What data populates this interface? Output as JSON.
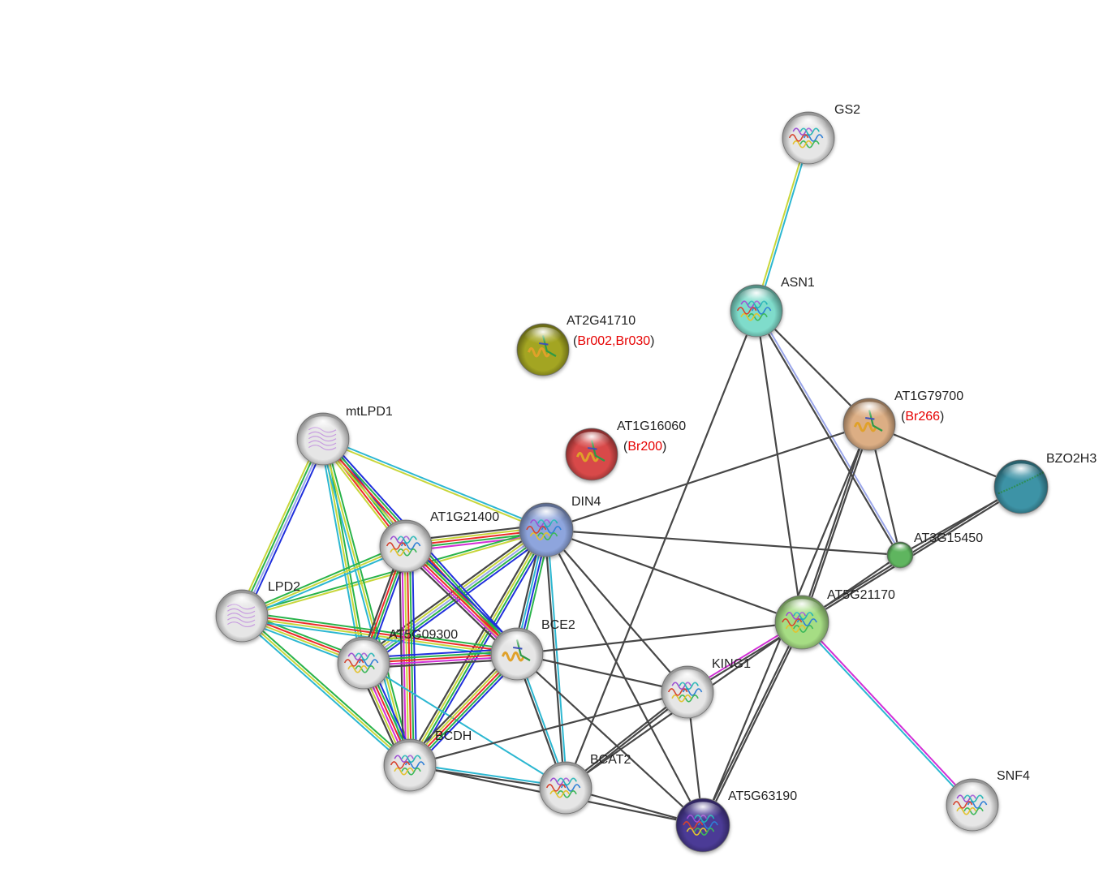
{
  "nodes": [
    {
      "id": "GS2",
      "label": "GS2",
      "color": "#e6e6e6",
      "structure": "multi"
    },
    {
      "id": "ASN1",
      "label": "ASN1",
      "color": "#7fdccb",
      "structure": "multi"
    },
    {
      "id": "AT2G41710",
      "label": "AT2G41710",
      "color": "#a3a524",
      "structure": "helix",
      "annotation": {
        "open": "(",
        "codes": "Br002,Br030",
        "close": ")"
      }
    },
    {
      "id": "AT1G16060",
      "label": "AT1G16060",
      "color": "#d84848",
      "structure": "helix",
      "annotation": {
        "open": "(",
        "codes": "Br200",
        "close": ")"
      }
    },
    {
      "id": "AT1G79700",
      "label": "AT1G79700",
      "color": "#dcae84",
      "structure": "helix",
      "annotation": {
        "open": "(",
        "codes": "Br266",
        "close": ")"
      }
    },
    {
      "id": "BZO2H3",
      "label": "BZO2H3",
      "color": "#3e93a6",
      "structure": "fiber"
    },
    {
      "id": "mtLPD1",
      "label": "mtLPD1",
      "color": "#e6e6e6",
      "structure": "pale"
    },
    {
      "id": "DIN4",
      "label": "DIN4",
      "color": "#8ea5dd",
      "structure": "multi"
    },
    {
      "id": "AT1G21400",
      "label": "AT1G21400",
      "color": "#e6e6e6",
      "structure": "multi"
    },
    {
      "id": "AT3G15450",
      "label": "AT3G15450",
      "color": "#5fb55f",
      "structure": "none"
    },
    {
      "id": "LPD2",
      "label": "LPD2",
      "color": "#e6e6e6",
      "structure": "pale"
    },
    {
      "id": "AT5G21170",
      "label": "AT5G21170",
      "color": "#a6dd84",
      "structure": "multi"
    },
    {
      "id": "AT5G09300",
      "label": "AT5G09300",
      "color": "#e6e6e6",
      "structure": "multi"
    },
    {
      "id": "BCE2",
      "label": "BCE2",
      "color": "#e6e6e6",
      "structure": "helix"
    },
    {
      "id": "KING1",
      "label": "KING1",
      "color": "#e6e6e6",
      "structure": "multi"
    },
    {
      "id": "BCDH",
      "label": "BCDH",
      "color": "#e6e6e6",
      "structure": "multi"
    },
    {
      "id": "BCAT2",
      "label": "BCAT2",
      "color": "#e6e6e6",
      "structure": "multi"
    },
    {
      "id": "AT5G63190",
      "label": "AT5G63190",
      "color": "#4b3a96",
      "structure": "multi"
    },
    {
      "id": "SNF4",
      "label": "SNF4",
      "color": "#e6e6e6",
      "structure": "multi"
    }
  ],
  "edges": [
    {
      "from": "GS2",
      "to": "ASN1",
      "evidence": [
        "cyan",
        "olive"
      ]
    },
    {
      "from": "ASN1",
      "to": "AT1G79700",
      "evidence": [
        "dark"
      ]
    },
    {
      "from": "ASN1",
      "to": "AT3G15450",
      "evidence": [
        "lavender",
        "dark"
      ]
    },
    {
      "from": "ASN1",
      "to": "AT5G21170",
      "evidence": [
        "dark"
      ]
    },
    {
      "from": "ASN1",
      "to": "BCAT2",
      "evidence": [
        "dark"
      ]
    },
    {
      "from": "AT1G79700",
      "to": "BZO2H3",
      "evidence": [
        "dark"
      ]
    },
    {
      "from": "AT1G79700",
      "to": "AT3G15450",
      "evidence": [
        "dark"
      ]
    },
    {
      "from": "AT1G79700",
      "to": "AT5G21170",
      "evidence": [
        "dark",
        "dark"
      ]
    },
    {
      "from": "AT1G79700",
      "to": "AT5G63190",
      "evidence": [
        "dark"
      ]
    },
    {
      "from": "AT1G79700",
      "to": "DIN4",
      "evidence": [
        "dark"
      ]
    },
    {
      "from": "BZO2H3",
      "to": "AT3G15450",
      "evidence": [
        "dark"
      ]
    },
    {
      "from": "BZO2H3",
      "to": "AT5G21170",
      "evidence": [
        "dark",
        "dark"
      ]
    },
    {
      "from": "DIN4",
      "to": "AT3G15450",
      "evidence": [
        "dark"
      ]
    },
    {
      "from": "DIN4",
      "to": "AT5G21170",
      "evidence": [
        "dark"
      ]
    },
    {
      "from": "DIN4",
      "to": "KING1",
      "evidence": [
        "dark"
      ]
    },
    {
      "from": "DIN4",
      "to": "AT5G63190",
      "evidence": [
        "dark"
      ]
    },
    {
      "from": "DIN4",
      "to": "BCAT2",
      "evidence": [
        "cyan",
        "dark"
      ]
    },
    {
      "from": "DIN4",
      "to": "BCE2",
      "evidence": [
        "green",
        "blue",
        "cyan",
        "dark"
      ]
    },
    {
      "from": "DIN4",
      "to": "AT1G21400",
      "evidence": [
        "magenta",
        "green",
        "red",
        "olive",
        "dark"
      ]
    },
    {
      "from": "DIN4",
      "to": "AT5G09300",
      "evidence": [
        "blue",
        "green",
        "lavender",
        "olive",
        "dark"
      ]
    },
    {
      "from": "DIN4",
      "to": "BCDH",
      "evidence": [
        "blue",
        "green",
        "olive",
        "dark"
      ]
    },
    {
      "from": "DIN4",
      "to": "mtLPD1",
      "evidence": [
        "olive",
        "cyan"
      ]
    },
    {
      "from": "DIN4",
      "to": "LPD2",
      "evidence": [
        "olive",
        "green"
      ]
    },
    {
      "from": "mtLPD1",
      "to": "AT1G21400",
      "evidence": [
        "blue",
        "green",
        "red",
        "olive"
      ]
    },
    {
      "from": "mtLPD1",
      "to": "LPD2",
      "evidence": [
        "blue",
        "lavender",
        "green",
        "olive"
      ]
    },
    {
      "from": "mtLPD1",
      "to": "AT5G09300",
      "evidence": [
        "green",
        "olive",
        "cyan"
      ]
    },
    {
      "from": "mtLPD1",
      "to": "BCDH",
      "evidence": [
        "green",
        "olive",
        "cyan"
      ]
    },
    {
      "from": "mtLPD1",
      "to": "BCE2",
      "evidence": [
        "blue",
        "green",
        "red",
        "olive"
      ]
    },
    {
      "from": "LPD2",
      "to": "AT1G21400",
      "evidence": [
        "green",
        "olive",
        "cyan"
      ]
    },
    {
      "from": "LPD2",
      "to": "AT5G09300",
      "evidence": [
        "green",
        "red",
        "olive",
        "cyan"
      ]
    },
    {
      "from": "LPD2",
      "to": "BCE2",
      "evidence": [
        "green",
        "red",
        "olive",
        "cyan"
      ]
    },
    {
      "from": "LPD2",
      "to": "BCDH",
      "evidence": [
        "green",
        "olive",
        "cyan"
      ]
    },
    {
      "from": "AT1G21400",
      "to": "AT5G09300",
      "evidence": [
        "blue",
        "green",
        "red",
        "dark"
      ]
    },
    {
      "from": "AT1G21400",
      "to": "BCE2",
      "evidence": [
        "blue",
        "green",
        "red",
        "magenta",
        "dark"
      ]
    },
    {
      "from": "AT1G21400",
      "to": "BCDH",
      "evidence": [
        "blue",
        "green",
        "red",
        "olive",
        "magenta",
        "dark"
      ]
    },
    {
      "from": "AT5G09300",
      "to": "BCE2",
      "evidence": [
        "blue",
        "green",
        "red",
        "magenta",
        "dark"
      ]
    },
    {
      "from": "AT5G09300",
      "to": "BCDH",
      "evidence": [
        "blue",
        "green",
        "red",
        "magenta",
        "olive",
        "dark"
      ]
    },
    {
      "from": "AT5G09300",
      "to": "BCAT2",
      "evidence": [
        "cyan"
      ]
    },
    {
      "from": "BCE2",
      "to": "BCDH",
      "evidence": [
        "blue",
        "green",
        "red",
        "olive",
        "dark"
      ]
    },
    {
      "from": "BCE2",
      "to": "BCAT2",
      "evidence": [
        "cyan",
        "dark"
      ]
    },
    {
      "from": "BCE2",
      "to": "AT5G21170",
      "evidence": [
        "dark"
      ]
    },
    {
      "from": "BCE2",
      "to": "KING1",
      "evidence": [
        "dark"
      ]
    },
    {
      "from": "BCE2",
      "to": "AT5G63190",
      "evidence": [
        "dark"
      ]
    },
    {
      "from": "BCDH",
      "to": "BCAT2",
      "evidence": [
        "cyan",
        "dark"
      ]
    },
    {
      "from": "BCDH",
      "to": "AT5G63190",
      "evidence": [
        "dark"
      ]
    },
    {
      "from": "BCDH",
      "to": "KING1",
      "evidence": [
        "dark"
      ]
    },
    {
      "from": "BCAT2",
      "to": "AT5G63190",
      "evidence": [
        "dark"
      ]
    },
    {
      "from": "BCAT2",
      "to": "KING1",
      "evidence": [
        "dark",
        "dark"
      ]
    },
    {
      "from": "BCAT2",
      "to": "AT5G21170",
      "evidence": [
        "dark"
      ]
    },
    {
      "from": "KING1",
      "to": "AT5G21170",
      "evidence": [
        "magenta",
        "dark"
      ]
    },
    {
      "from": "KING1",
      "to": "AT5G63190",
      "evidence": [
        "dark"
      ]
    },
    {
      "from": "AT5G21170",
      "to": "AT5G63190",
      "evidence": [
        "dark",
        "dark"
      ]
    },
    {
      "from": "AT5G21170",
      "to": "AT3G15450",
      "evidence": [
        "dark"
      ]
    },
    {
      "from": "AT5G21170",
      "to": "SNF4",
      "evidence": [
        "magenta",
        "cyan"
      ]
    }
  ],
  "evidence_colors": {
    "dark": "#474747",
    "cyan": "#2cb7d1",
    "olive": "#c8d63a",
    "blue": "#1f2fdc",
    "green": "#29b34a",
    "red": "#ee2a2a",
    "magenta": "#d22fd6",
    "lavender": "#9aa6ea"
  }
}
